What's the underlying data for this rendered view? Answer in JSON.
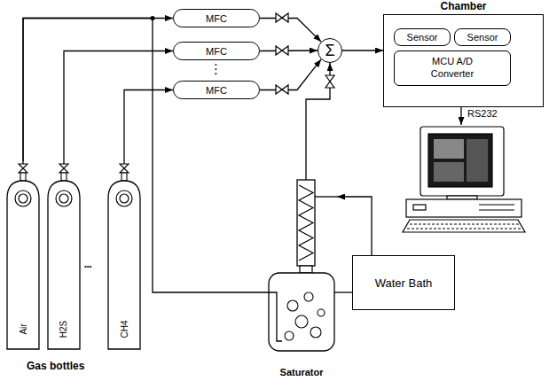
{
  "diagram": {
    "nodes": [
      {
        "text": [
          "Chamber"
        ]
      },
      {
        "text": [
          "Sensor"
        ],
        "in": 0
      },
      {
        "text": [
          "Sensor"
        ],
        "in": 0
      },
      {
        "text": [
          "MCU A/D Converter"
        ],
        "in": 0
      },
      {
        "text": [
          "MFC"
        ]
      },
      {
        "text": [
          "MFC"
        ]
      },
      {
        "text": [
          "MFC"
        ]
      },
      {
        "text": [
          "Σ"
        ]
      },
      {
        "text": [
          "Air"
        ]
      },
      {
        "text": [
          "H2S"
        ]
      },
      {
        "text": [
          "CH4"
        ]
      },
      {
        "text": [
          "Water Bath"
        ]
      },
      {
        "text": [
          "Saturator"
        ]
      }
    ],
    "edges": [
      {
        "from": 8,
        "to": 4,
        "arrow": "to"
      },
      {
        "from": 9,
        "to": 5,
        "arrow": "to"
      },
      {
        "from": 10,
        "to": 6,
        "arrow": "to"
      },
      {
        "from": 4,
        "to": 7,
        "arrow": "to"
      },
      {
        "from": 5,
        "to": 7,
        "arrow": "to"
      },
      {
        "from": 6,
        "to": 7,
        "arrow": "to"
      },
      {
        "from": 7,
        "to": 0,
        "arrow": "to"
      },
      {
        "from": 8,
        "to": 12,
        "arrow": "none"
      },
      {
        "from": 12,
        "to": 7,
        "arrow": "to"
      },
      {
        "from": 12,
        "to": 11,
        "arrow": "none"
      },
      {
        "from": 11,
        "to": 12,
        "arrow": "to"
      }
    ],
    "labels": [
      "⋮",
      "•••",
      "Gas bottles",
      "RS232"
    ]
  }
}
